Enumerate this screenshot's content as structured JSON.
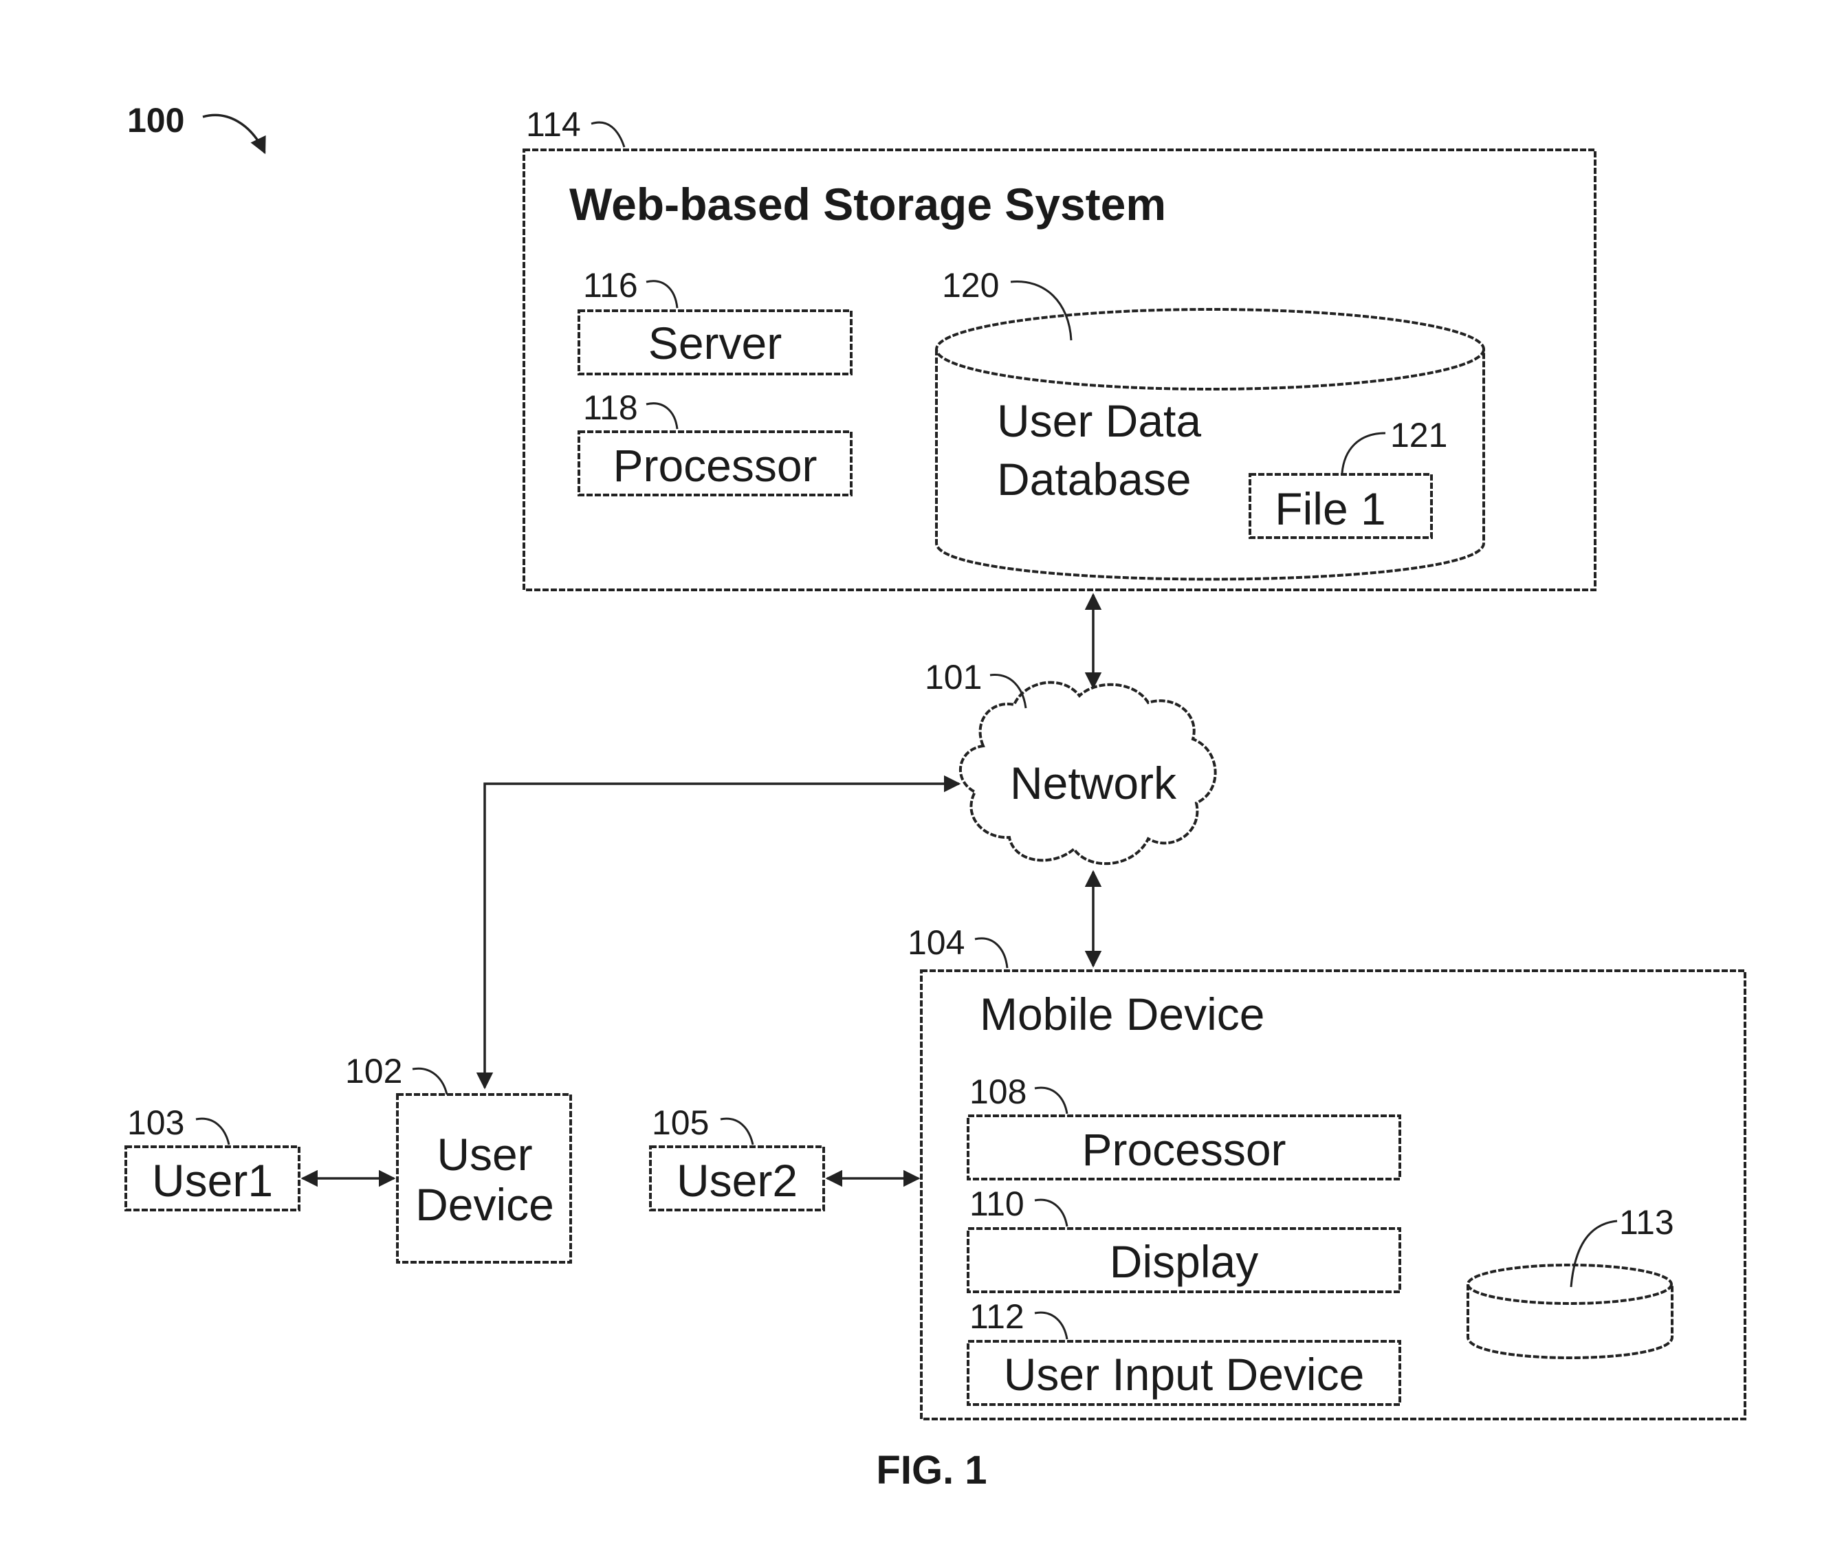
{
  "figure": {
    "ref_number": "100",
    "caption": "FIG. 1"
  },
  "storage_system": {
    "ref": "114",
    "title": "Web-based Storage System",
    "server": {
      "ref": "116",
      "label": "Server"
    },
    "processor": {
      "ref": "118",
      "label": "Processor"
    },
    "database": {
      "ref": "120",
      "label_line1": "User Data",
      "label_line2": "Database"
    },
    "file": {
      "ref": "121",
      "label": "File 1"
    }
  },
  "network": {
    "ref": "101",
    "label": "Network"
  },
  "user_device": {
    "ref": "102",
    "label_line1": "User",
    "label_line2": "Device"
  },
  "user1": {
    "ref": "103",
    "label": "User1"
  },
  "user2": {
    "ref": "105",
    "label": "User2"
  },
  "mobile_device": {
    "ref": "104",
    "title": "Mobile Device",
    "processor": {
      "ref": "108",
      "label": "Processor"
    },
    "display": {
      "ref": "110",
      "label": "Display"
    },
    "user_input": {
      "ref": "112",
      "label": "User Input Device"
    },
    "storage": {
      "ref": "113"
    }
  }
}
